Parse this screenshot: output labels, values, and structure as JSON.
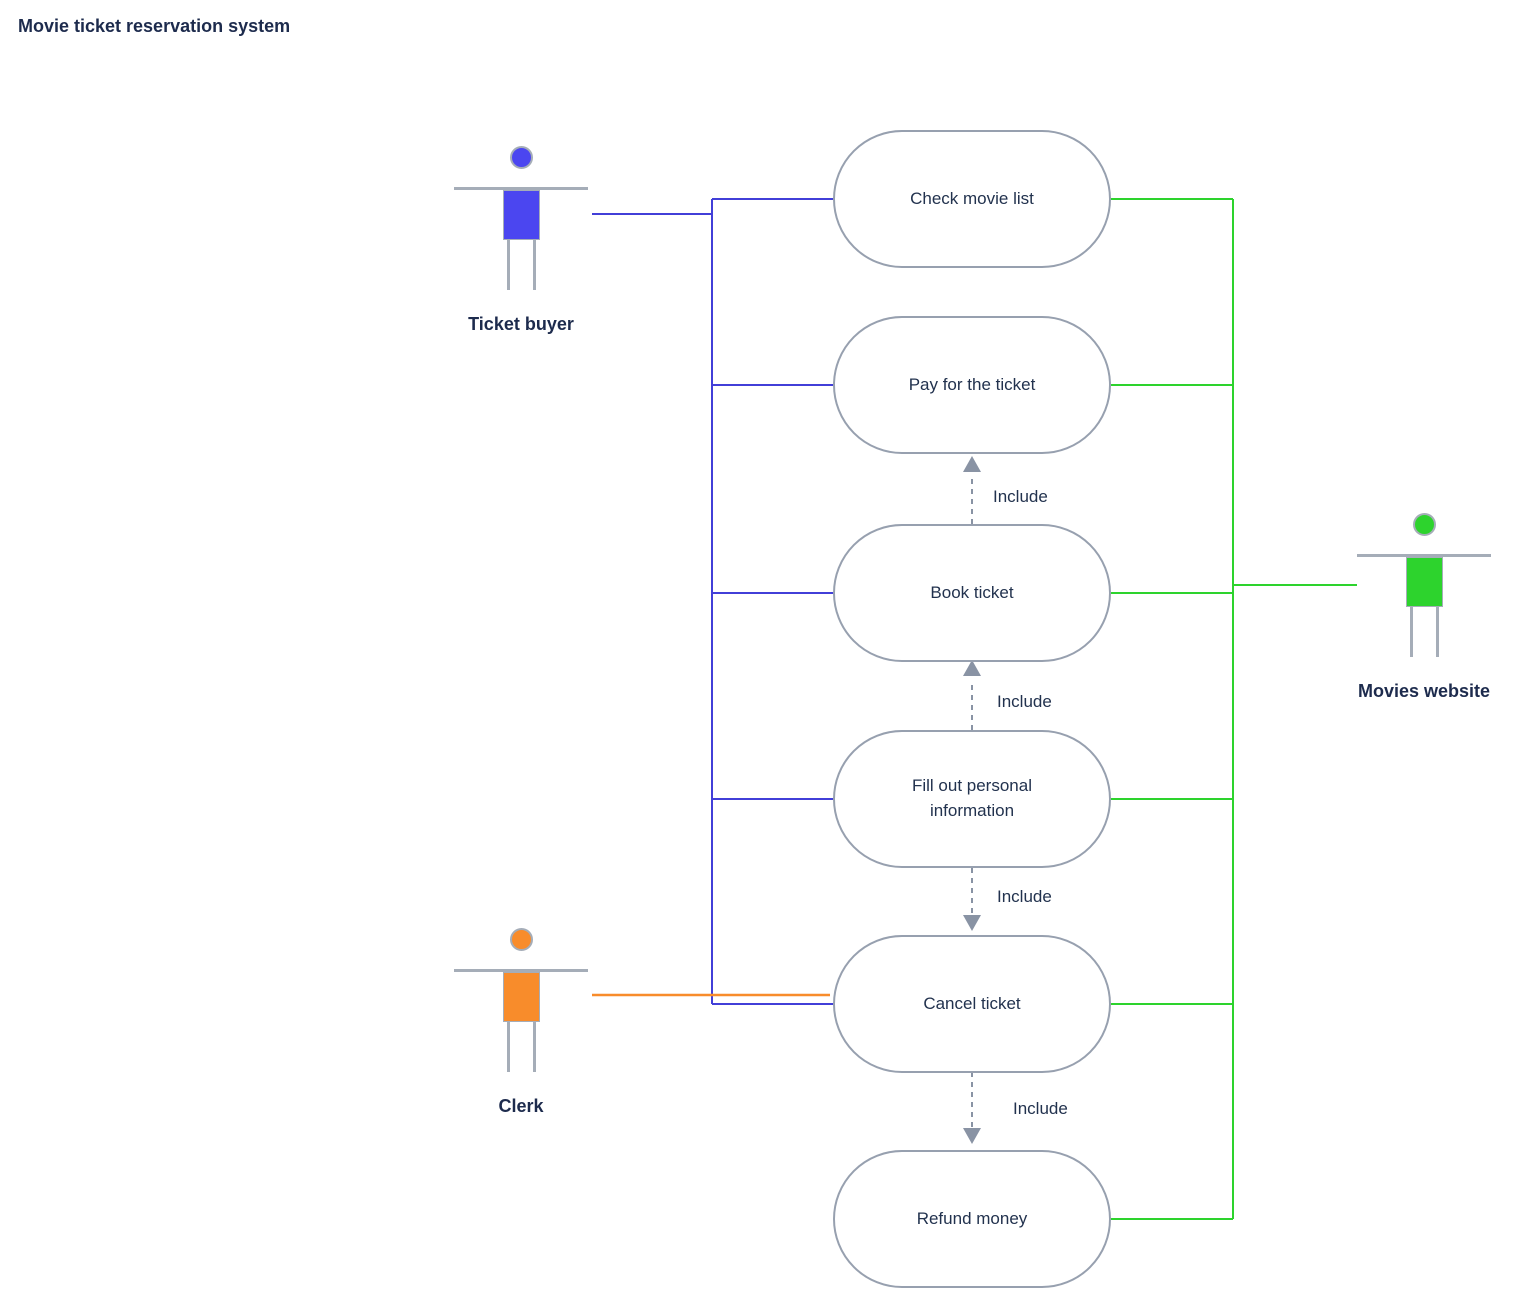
{
  "title": "Movie ticket reservation system",
  "actors": [
    {
      "label": "Ticket buyer",
      "color": "#4b46f0"
    },
    {
      "label": "Clerk",
      "color": "#f88c2b"
    },
    {
      "label": "Movies website",
      "color": "#2dd32d"
    }
  ],
  "use_cases": [
    {
      "label": "Check movie list"
    },
    {
      "label": "Pay for the ticket"
    },
    {
      "label": "Book ticket"
    },
    {
      "label": "Fill out personal information"
    },
    {
      "label": "Cancel ticket"
    },
    {
      "label": "Refund money"
    }
  ],
  "include_edges": [
    {
      "from": "Book ticket",
      "to": "Pay for the ticket",
      "label": "Include"
    },
    {
      "from": "Fill out personal information",
      "to": "Book ticket",
      "label": "Include"
    },
    {
      "from": "Fill out personal information",
      "to": "Cancel ticket",
      "label": "Include"
    },
    {
      "from": "Cancel ticket",
      "to": "Refund money",
      "label": "Include"
    }
  ],
  "associations": [
    {
      "actor": "Ticket buyer",
      "use_cases": [
        "Check movie list",
        "Pay for the ticket",
        "Book ticket",
        "Fill out personal information",
        "Cancel ticket"
      ]
    },
    {
      "actor": "Clerk",
      "use_cases": [
        "Cancel ticket"
      ]
    },
    {
      "actor": "Movies website",
      "use_cases": [
        "Check movie list",
        "Pay for the ticket",
        "Book ticket",
        "Fill out personal information",
        "Cancel ticket",
        "Refund money"
      ]
    }
  ],
  "colors": {
    "title_text": "#1d2b4d",
    "node_text": "#22324e",
    "node_border": "#97a0af",
    "figure_gray": "#a5adb8",
    "buyer": "#4b46f0",
    "buyer_edge": "#423fd8",
    "clerk": "#f88c2b",
    "clerk_edge": "#f88c2b",
    "website": "#2dd32d",
    "website_edge": "#2dd32d",
    "include_edge": "#8993a4"
  }
}
